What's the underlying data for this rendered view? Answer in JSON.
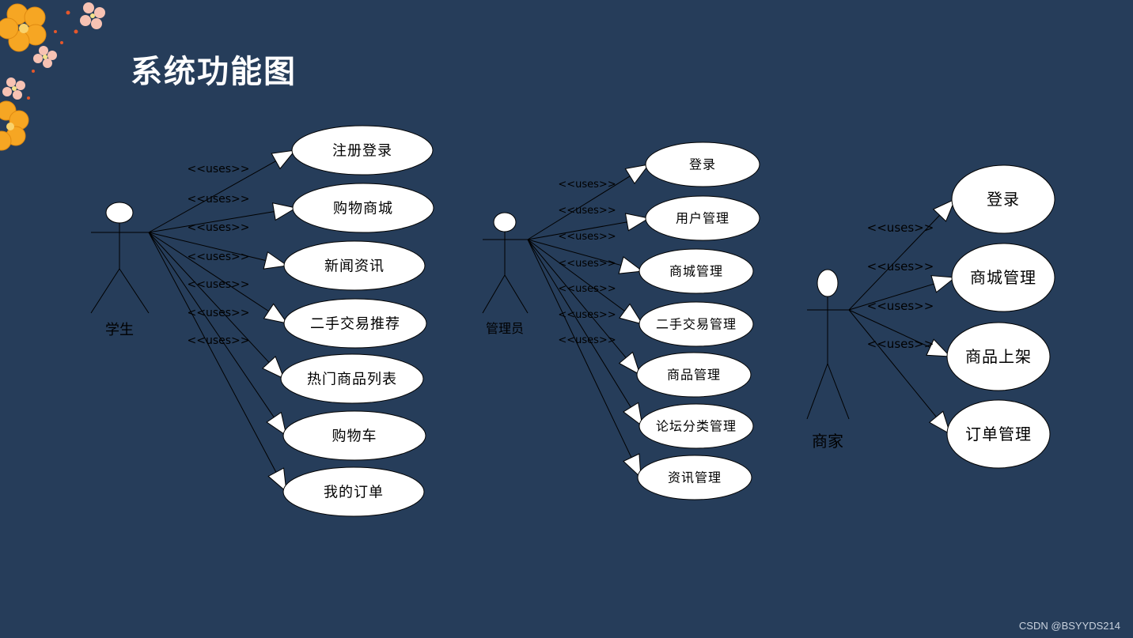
{
  "slide": {
    "title": "系统功能图",
    "watermark": "CSDN @BSYYDS214"
  },
  "colors": {
    "background": "#263d5a",
    "ellipse_fill": "#ffffff",
    "line": "#000000",
    "text": "#000000",
    "title": "#ffffff"
  },
  "relation_label": "<<uses>>",
  "actors": [
    {
      "name": "学生",
      "use_cases": [
        "注册登录",
        "购物商城",
        "新闻资讯",
        "二手交易推荐",
        "热门商品列表",
        "购物车",
        "我的订单"
      ]
    },
    {
      "name": "管理员",
      "use_cases": [
        "登录",
        "用户管理",
        "商城管理",
        "二手交易管理",
        "商品管理",
        "论坛分类管理",
        "资讯管理"
      ]
    },
    {
      "name": "商家",
      "use_cases": [
        "登录",
        "商城管理",
        "商品上架",
        "订单管理"
      ]
    }
  ]
}
